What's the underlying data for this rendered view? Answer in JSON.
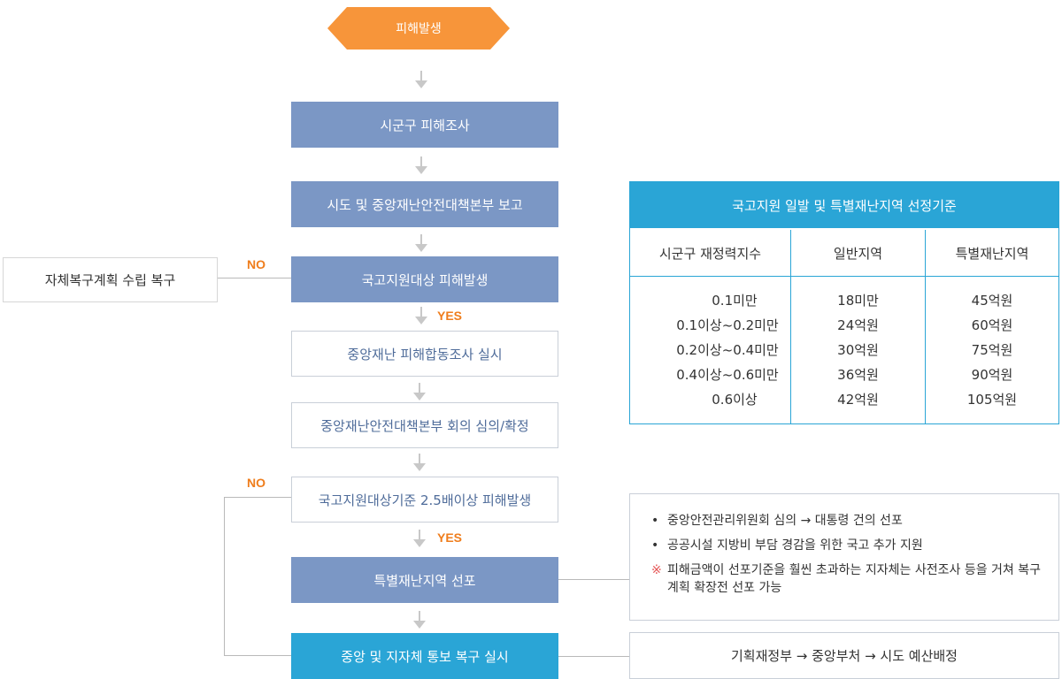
{
  "flow": {
    "start": "피해발생",
    "step1": "시군구 피해조사",
    "step2": "시도 및 중앙재난안전대책본부 보고",
    "step3": "국고지원대상 피해발생",
    "step4": "중앙재난 피해합동조사 실시",
    "step5": "중앙재난안전대책본부 회의 심의/확정",
    "step6": "국고지원대상기준 2.5배이상 피해발생",
    "step7": "특별재난지역 선포",
    "step8": "중앙 및 지자체 통보 복구 실시",
    "yes": "YES",
    "no": "NO",
    "side_no": "자체복구계획 수립 복구"
  },
  "table": {
    "title": "국고지원 일발 및 특별재난지역 선정기준",
    "headers": [
      "시군구 재정력지수",
      "일반지역",
      "특별재난지역"
    ],
    "col1": [
      "0.1미만",
      "0.1이상~0.2미만",
      "0.2이상~0.4미만",
      "0.4이상~0.6미만",
      "0.6이상"
    ],
    "col2": [
      "18미만",
      "24억원",
      "30억원",
      "36억원",
      "42억원"
    ],
    "col3": [
      "45억원",
      "60억원",
      "75억원",
      "90억원",
      "105억원"
    ]
  },
  "notes": {
    "bullet_mark": "•",
    "star_mark": "※",
    "items": [
      "중앙안전관리위원회 심의 → 대통령 건의 선포",
      "공공시설 지방비 부담 경감을 위한 국고 추가 지원"
    ],
    "special": "피해금액이 선포기준을 훨씬 초과하는 지자체는 사전조사 등을 거쳐 복구 계획 확장전 선포 가능"
  },
  "budget": "기획재정부 → 중앙부처 → 시도 예산배정",
  "colors": {
    "start": "#f7953a",
    "step_filled": "#7b97c5",
    "step_final": "#2aa5d6",
    "table_accent": "#2aa5d6",
    "label_orange": "#ef7d1c"
  }
}
